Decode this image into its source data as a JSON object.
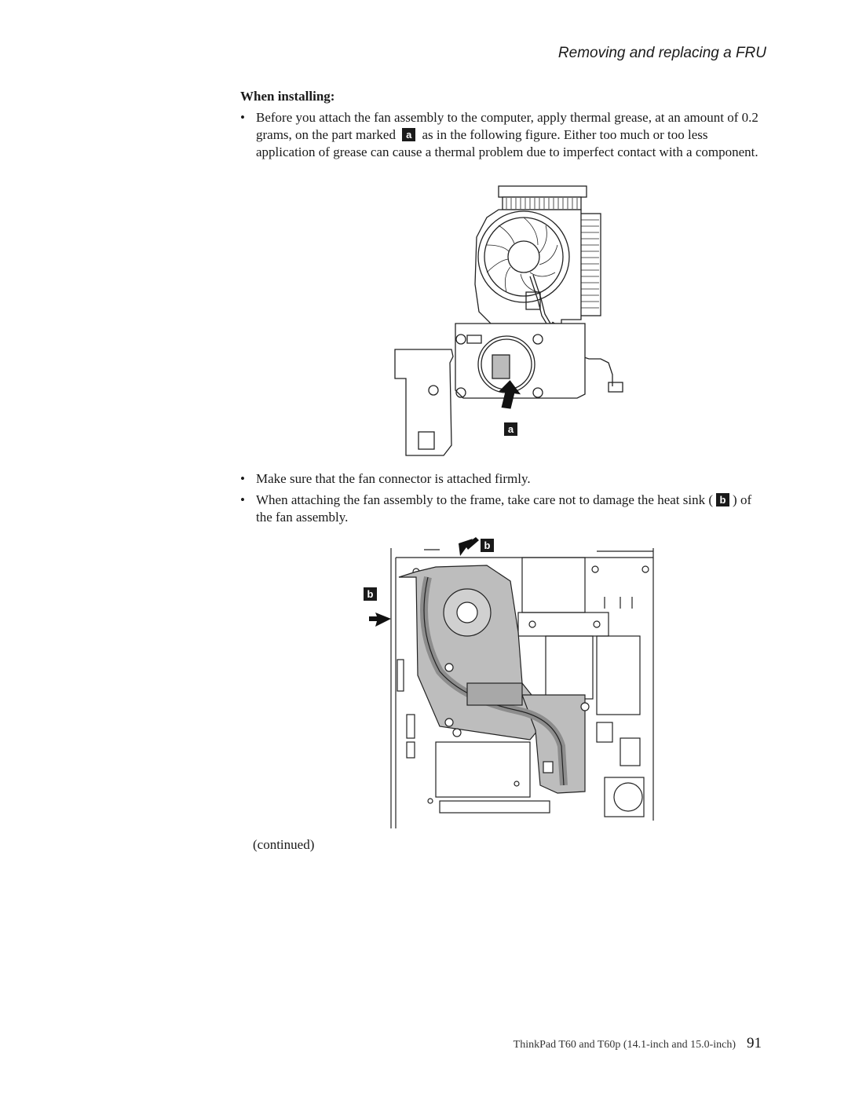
{
  "header": {
    "title": "Removing and replacing a FRU"
  },
  "section": {
    "title": "When installing:"
  },
  "bullets": {
    "b1_part1": "Before you attach the fan assembly to the computer, apply thermal grease, at an amount of 0.2 grams, on the part marked",
    "b1_callout": "a",
    "b1_part2": "as in the following figure. Either too much or too less application of grease can cause a thermal problem due to imperfect contact with a component.",
    "b2": "Make sure that the fan connector is attached firmly.",
    "b3_part1": "When attaching the fan assembly to the frame, take care not to damage the heat sink (",
    "b3_callout": "b",
    "b3_part2": ") of the fan assembly.",
    "bullet_char": "•"
  },
  "figure1": {
    "callout": "a"
  },
  "figure2": {
    "callout_top": "b",
    "callout_left": "b"
  },
  "continued": "(continued)",
  "footer": {
    "text": "ThinkPad T60 and T60p (14.1-inch and 15.0-inch)",
    "page": "91"
  }
}
